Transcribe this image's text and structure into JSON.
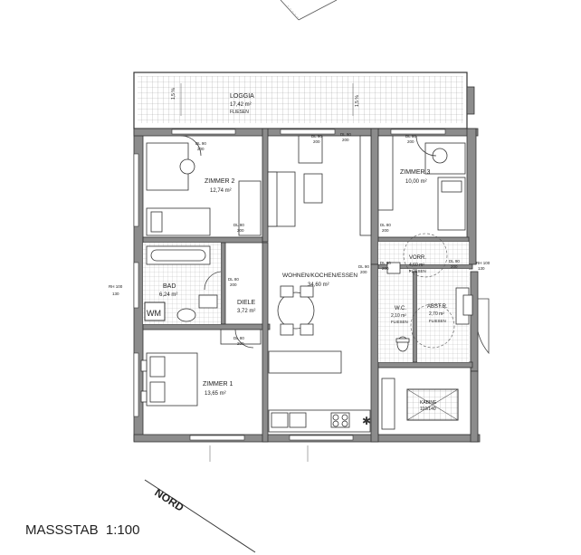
{
  "rooms": {
    "loggia": {
      "name": "LOGGIA",
      "area": "17,42 m²",
      "floor": "FLIESEN"
    },
    "zimmer2": {
      "name": "ZIMMER 2",
      "area": "12,74 m²"
    },
    "zimmer3": {
      "name": "ZIMMER 3",
      "area": "10,00 m²"
    },
    "wohnen": {
      "name": "WOHNEN/KOCHEN/ESSEN",
      "area": "34,60 m²"
    },
    "bad": {
      "name": "BAD",
      "area": "6,24 m²"
    },
    "diele": {
      "name": "DIELE",
      "area": "3,72 m²"
    },
    "zimmer1": {
      "name": "ZIMMER 1",
      "area": "13,65 m²"
    },
    "vorr": {
      "name": "VORR.",
      "area": "4,60 m²",
      "floor": "FLIESEN"
    },
    "wc": {
      "name": "W.C.",
      "area": "2,10 m²",
      "floor": "FLIESEN"
    },
    "abstr": {
      "name": "ABST.R.",
      "area": "2,70 m²",
      "floor": "FLIESEN"
    },
    "kabine": {
      "name": "KABINE",
      "size": "110/140"
    }
  },
  "labels": {
    "wm": "WM",
    "massstab": "MASSSTAB  1:100",
    "nord": "NORD"
  },
  "door_labels": [
    "DL 90",
    "200",
    "DL 90",
    "200",
    "DL 80",
    "200",
    "DL 80",
    "200",
    "DL 80",
    "200",
    "DL 80",
    "200",
    "DL 80",
    "200",
    "DL 90",
    "200",
    "DL 90",
    "200",
    "DL 80",
    "200",
    "DL 90",
    "200"
  ],
  "window_labels": [
    "RH 100",
    "130",
    "RH 100",
    "130"
  ],
  "dim_labels": [
    "1,5 %",
    "1,5 %"
  ]
}
